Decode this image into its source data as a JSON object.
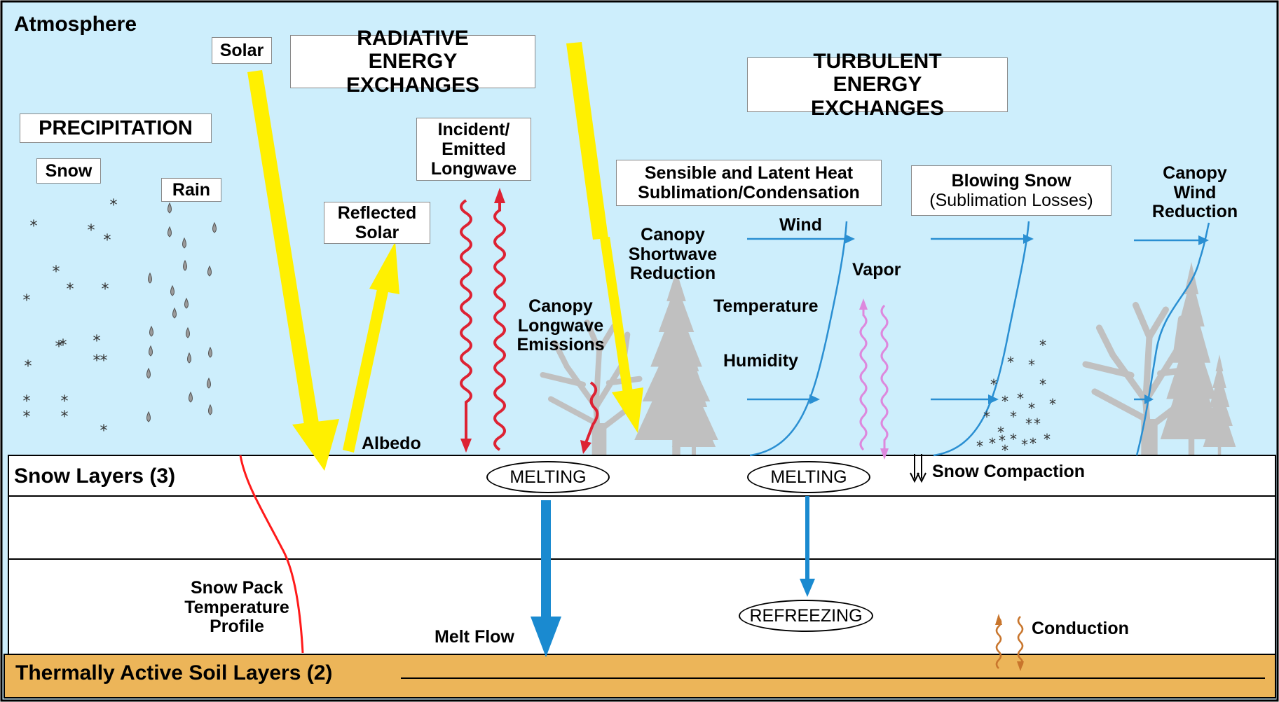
{
  "colors": {
    "sky": "#cdeefc",
    "soil": "#ecb559",
    "solar_arrow": "#fff000",
    "longwave": "#dd2233",
    "water": "#1a8ad0",
    "profile_line": "#2a8fd2",
    "vapor": "#dd88dd",
    "conduction": "#c8752c",
    "temperature_profile": "#ff1a1a",
    "tree": "#c0c0c0"
  },
  "labels": {
    "atmosphere": "Atmosphere",
    "radiative_title": "RADIATIVE ENERGY EXCHANGES",
    "turbulent_title": "TURBULENT ENERGY EXCHANGES",
    "precipitation": "PRECIPITATION",
    "snow": "Snow",
    "rain": "Rain",
    "solar": "Solar",
    "reflected_solar": "Reflected Solar",
    "incident_longwave": "Incident/ Emitted Longwave",
    "albedo": "Albedo",
    "canopy_longwave": "Canopy Longwave Emissions",
    "canopy_shortwave": "Canopy Shortwave Reduction",
    "sensible_latent_line1": "Sensible and Latent Heat",
    "sensible_latent_line2": "Sublimation/Condensation",
    "wind": "Wind",
    "vapor": "Vapor",
    "temperature": "Temperature",
    "humidity": "Humidity",
    "blowing_snow_line1": "Blowing Snow",
    "blowing_snow_line2": "(Sublimation Losses)",
    "canopy_wind": "Canopy Wind Reduction",
    "snow_layers": "Snow Layers (3)",
    "melting_1": "MELTING",
    "melting_2": "MELTING",
    "snow_compaction": "Snow Compaction",
    "refreezing": "REFREEZING",
    "snow_pack_profile": "Snow Pack Temperature Profile",
    "melt_flow": "Melt Flow",
    "conduction": "Conduction",
    "soil_layers": "Thermally Active Soil Layers (2)"
  }
}
